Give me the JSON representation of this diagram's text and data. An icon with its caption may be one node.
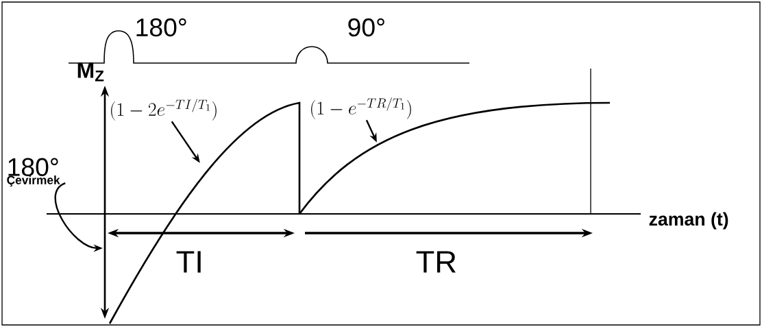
{
  "diagram": {
    "nodes": [
      {
        "text": [
          "(1-2e^{-TI/T_1})"
        ]
      },
      {
        "text": [
          "(1-e^{-TR/T_1})"
        ]
      },
      {
        "text": [
          "180°",
          "Çevirmek"
        ]
      },
      {
        "text": [],
        "shape": "arrow"
      },
      {
        "text": [],
        "shape": "curve"
      },
      {
        "text": [],
        "shape": "curve"
      }
    ],
    "edges": [
      {
        "from": 0,
        "to": 4,
        "arrow": "to"
      },
      {
        "from": 1,
        "to": 5,
        "arrow": "to"
      },
      {
        "from": 2,
        "to": 3,
        "arrow": "to"
      }
    ],
    "labels": [
      "180°",
      "90°",
      "M$_{Z}$",
      "zaman (t)",
      "TI",
      "TR"
    ]
  }
}
